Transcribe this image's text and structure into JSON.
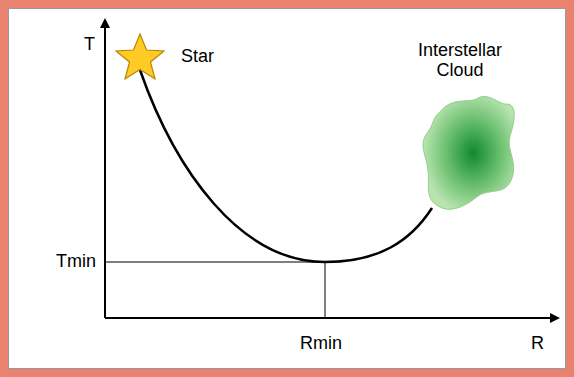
{
  "diagram": {
    "labels": [
      "T",
      "Star",
      "Interstellar Cloud",
      "Tmin",
      "Rmin",
      "R"
    ]
  }
}
